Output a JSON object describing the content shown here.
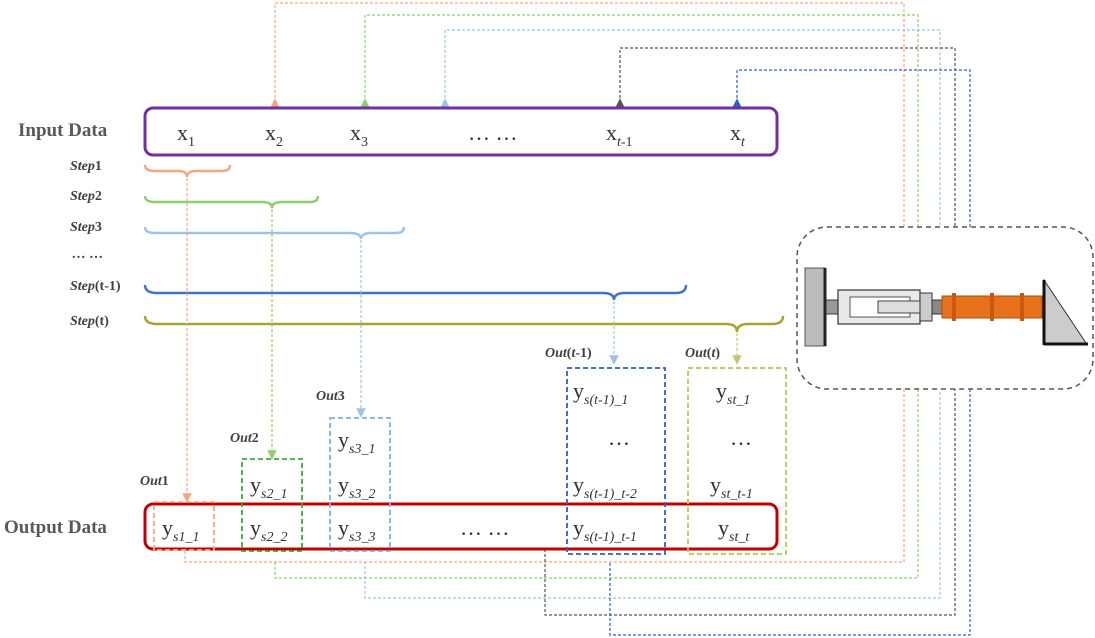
{
  "labels": {
    "input": "Input Data",
    "output": "Output Data"
  },
  "inputs": {
    "x1": "x",
    "x1_sub": "1",
    "x2": "x",
    "x2_sub": "2",
    "x3": "x",
    "x3_sub": "3",
    "dots": "… …",
    "xt1": "x",
    "xt1_sub_t": "t",
    "xt1_sub_rest": "-1",
    "xt": "x",
    "xt_sub": "t"
  },
  "steps": {
    "s1": "Step",
    "s1_n": "1",
    "s2": "Step",
    "s2_n": "2",
    "s3": "Step",
    "s3_n": "3",
    "dots": "… …",
    "st1": "Step",
    "st1_n": "(t-1)",
    "st": "Step",
    "st_n": "(t)"
  },
  "outs": {
    "o1": "Out",
    "o1_n": "1",
    "o2": "Out",
    "o2_n": "2",
    "o3": "Out",
    "o3_n": "3",
    "ot1a": "Out",
    "ot1b": "(",
    "ot1c": "t",
    "ot1d": "-1)",
    "ota": "Out",
    "otb": "(",
    "otc": "t",
    "otd": ")"
  },
  "outputs": {
    "y_s1_1": "s1_1",
    "y_s2_1": "s2_1",
    "y_s2_2": "s2_2",
    "y_s3_1": "s3_1",
    "y_s3_2": "s3_2",
    "y_s3_3": "s3_3",
    "dots": "… …",
    "col_t1_1": "s(t-1)_1",
    "col_t1_dots": "…",
    "col_t1_t2": "s(t-1)_t-2",
    "col_t1_t1": "s(t-1)_t-1",
    "col_t_1": "st_1",
    "col_t_dots": "…",
    "col_t_t1": "st_t-1",
    "col_t_t": "st_t"
  },
  "colors": {
    "input_box": "#7030a0",
    "output_box": "#c00000",
    "step1": "#f4a582",
    "step2": "#8fce6e",
    "step3": "#9dc3e6",
    "step_t1": "#4472c4",
    "step_t": "#a5a532",
    "dark": "#555555"
  }
}
